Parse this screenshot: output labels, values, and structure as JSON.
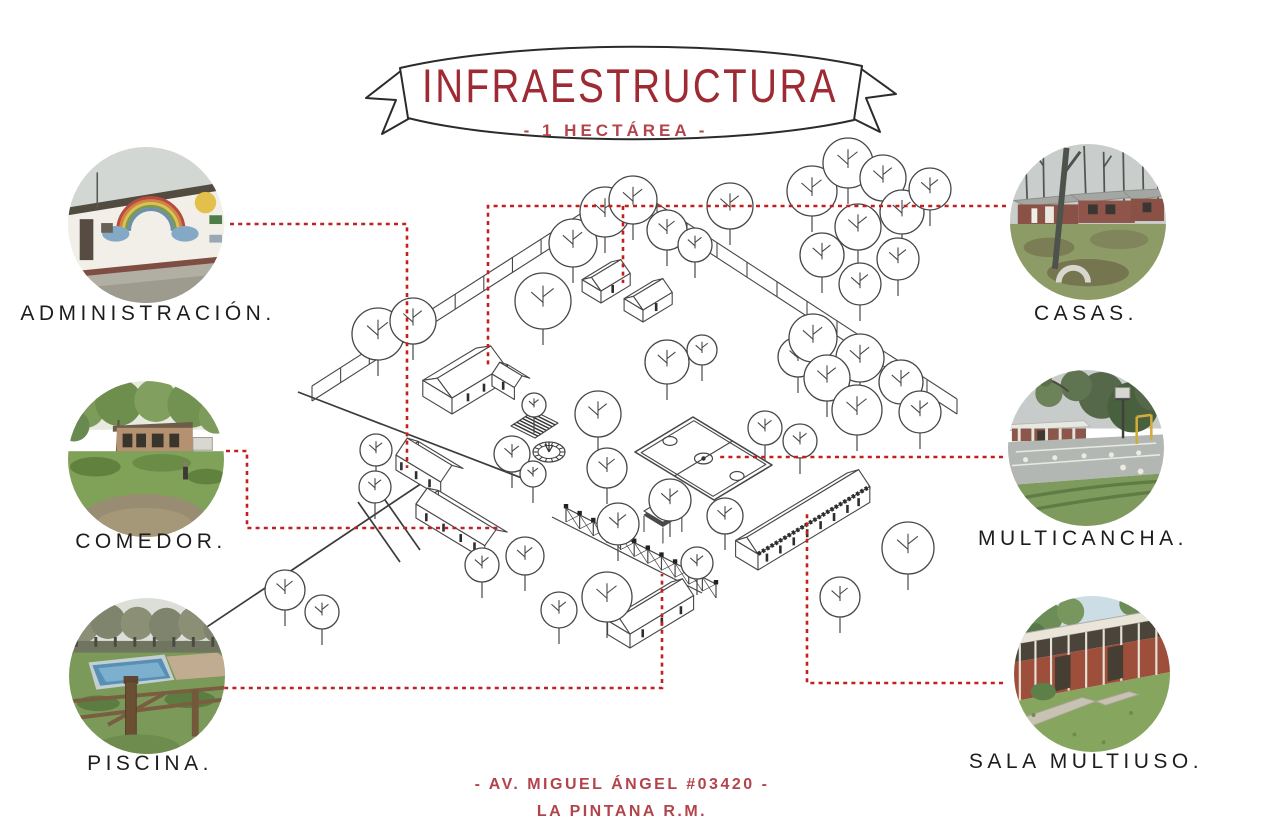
{
  "banner": {
    "title": "INFRAESTRUCTURA",
    "subtitle": "- 1 HECTÁREA -"
  },
  "legend": {
    "left": [
      {
        "id": "administracion",
        "label": "ADMINISTRACIÓN.",
        "photo_subject": "white administration building with rainbow mural"
      },
      {
        "id": "comedor",
        "label": "COMEDOR.",
        "photo_subject": "dining building behind lawn and trees"
      },
      {
        "id": "piscina",
        "label": "PISCINA.",
        "photo_subject": "outdoor swimming pool behind wooden fence"
      }
    ],
    "right": [
      {
        "id": "casas",
        "label": "CASAS.",
        "photo_subject": "brick houses among bare poplar trees"
      },
      {
        "id": "multicancha",
        "label": "MULTICANCHA.",
        "photo_subject": "sports court with basketball hoop"
      },
      {
        "id": "sala-multiuso",
        "label": "SALA MULTIUSO.",
        "photo_subject": "long multipurpose hall facade on lawn"
      }
    ]
  },
  "footer": {
    "address_line_1": "- AV. MIGUEL ÁNGEL #03420 -",
    "address_line_2": "LA PINTANA R.M."
  },
  "colors": {
    "title_red": "#9e2b33",
    "accent_red": "#b2444b",
    "connector_red": "#c1201f",
    "ink": "#474747",
    "label_ink": "#1d1d1d"
  }
}
